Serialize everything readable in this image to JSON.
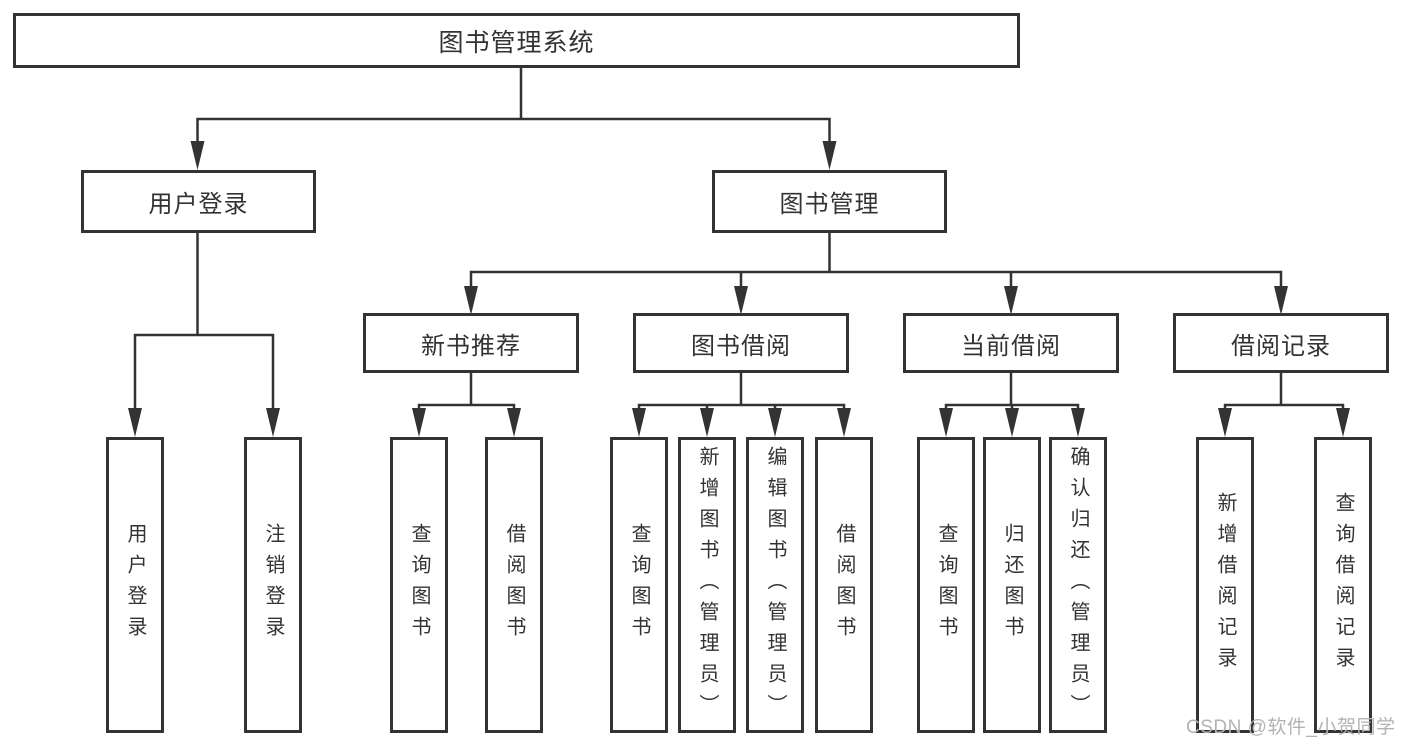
{
  "diagram": {
    "root": {
      "label": "图书管理系统"
    },
    "branches": [
      {
        "label": "用户登录",
        "children": [
          {
            "label": "用户登录"
          },
          {
            "label": "注销登录"
          }
        ]
      },
      {
        "label": "图书管理",
        "children": [
          {
            "label": "新书推荐",
            "children": [
              {
                "label": "查询图书"
              },
              {
                "label": "借阅图书"
              }
            ]
          },
          {
            "label": "图书借阅",
            "children": [
              {
                "label": "查询图书"
              },
              {
                "label": "新增图书（管理员）"
              },
              {
                "label": "编辑图书（管理员）"
              },
              {
                "label": "借阅图书"
              }
            ]
          },
          {
            "label": "当前借阅",
            "children": [
              {
                "label": "查询图书"
              },
              {
                "label": "归还图书"
              },
              {
                "label": "确认归还（管理员）"
              }
            ]
          },
          {
            "label": "借阅记录",
            "children": [
              {
                "label": "新增借阅记录"
              },
              {
                "label": "查询借阅记录"
              }
            ]
          }
        ]
      }
    ]
  },
  "watermark": {
    "text": "CSDN @软件_小贺同学"
  },
  "colors": {
    "line": "#333333",
    "text": "#333333",
    "watermark": "#b3b3b3",
    "background": "#ffffff"
  }
}
